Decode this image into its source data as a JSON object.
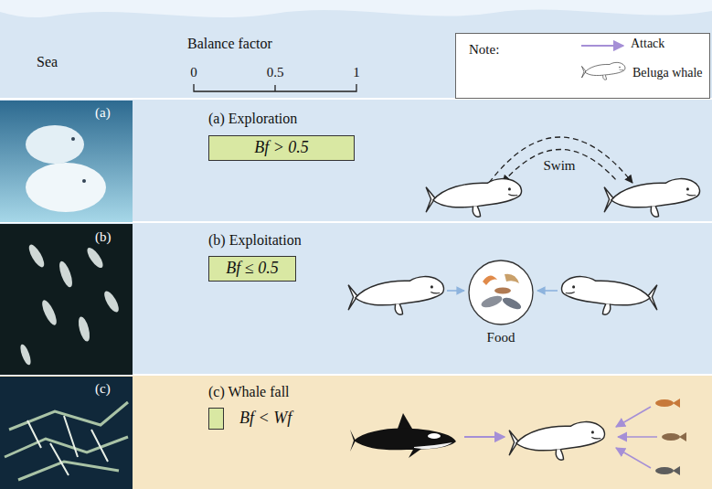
{
  "diagram": {
    "nodes": [
      {
        "text": [
          "Note:"
        ]
      },
      {
        "text": [
          "(a) Exploration"
        ]
      },
      {
        "text": [
          "Bf > 0.5"
        ],
        "in": 1
      },
      {
        "text": [
          "(b) Exploitation"
        ]
      },
      {
        "text": [
          "Bf ≤ 0.5"
        ],
        "in": 3
      },
      {
        "text": [
          "Food"
        ],
        "in": 3
      },
      {
        "text": [
          "(c) Whale fall"
        ]
      },
      {
        "text": [
          "Bf < Wf"
        ],
        "in": 6
      }
    ],
    "labels": [
      "Sea",
      "Balance factor",
      "0",
      "0.5",
      "1",
      "(a)",
      "(b)",
      "(c)",
      "Swim"
    ],
    "legend": [
      {
        "text": "Attack"
      },
      {
        "text": "Beluga whale"
      }
    ]
  }
}
